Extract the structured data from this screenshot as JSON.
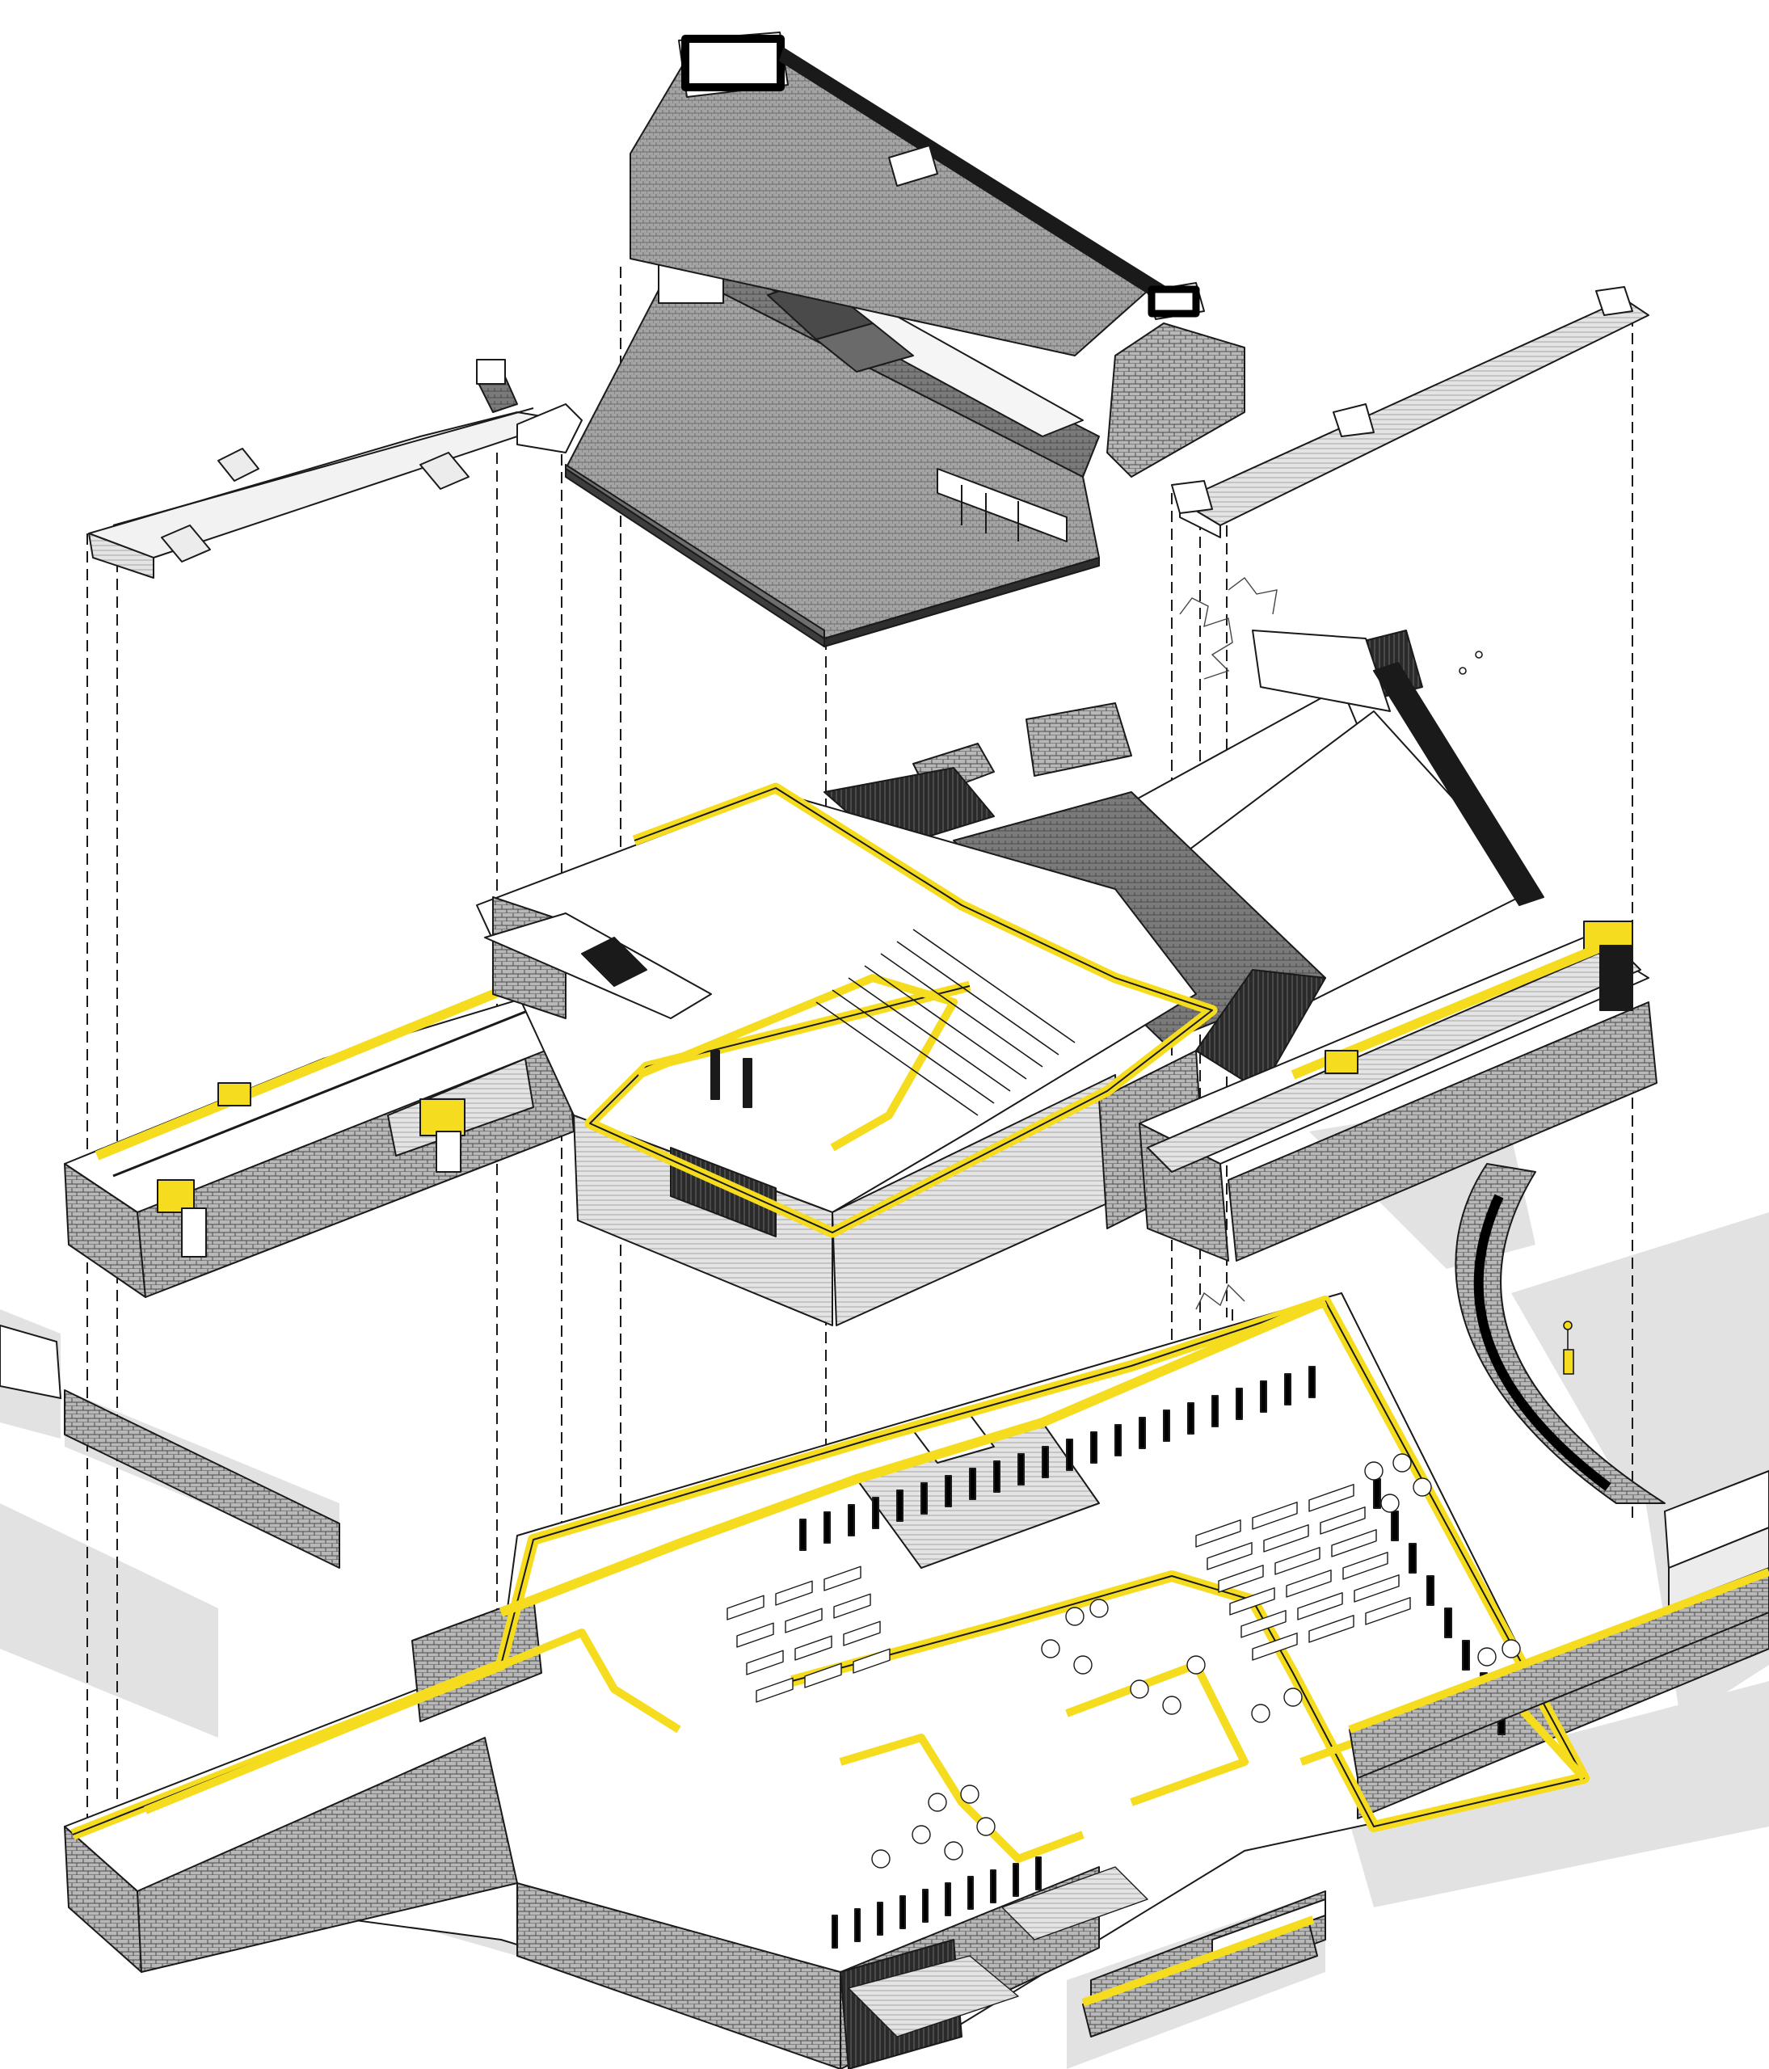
{
  "diagram": {
    "type": "exploded-axonometric",
    "labels": [],
    "layers": [
      {
        "name": "roof-level"
      },
      {
        "name": "first-floor-level"
      },
      {
        "name": "ground-floor-level"
      }
    ]
  },
  "colors": {
    "background": "#ffffff",
    "cut_highlight": "#f5dc1f",
    "line": "#1a1a1a",
    "roof_fill": "#9a9a9a",
    "roof_dark": "#6e6e6e",
    "wall_fill": "#cfcfcf",
    "floor_fill": "#ffffff",
    "shadow": "#dcdcdc",
    "stone": "#8c8c8c",
    "dark_cladding": "#2a2a2a"
  },
  "icons": [
    "tree-icon",
    "person-icon",
    "chair-icon",
    "shelf-icon"
  ]
}
